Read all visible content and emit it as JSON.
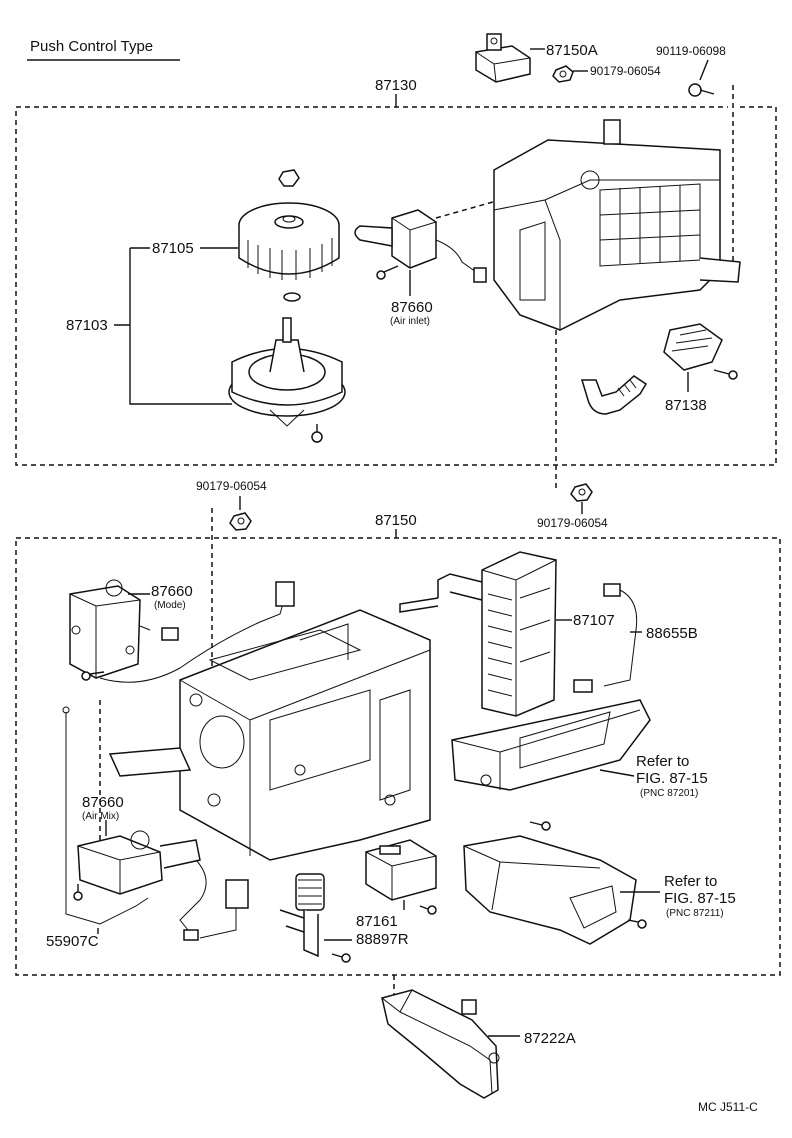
{
  "title": "Push Control Type",
  "footer_code": "MC  J511-C",
  "upper_assembly": {
    "assembly_no": "87130",
    "top_parts": {
      "p1": "87150A",
      "p2": "90119-06098",
      "p3": "90179-06054"
    },
    "parts": {
      "fan": "87105",
      "motor": "87103",
      "servo": "87660",
      "servo_note": "(Air inlet)",
      "resistor": "87138"
    }
  },
  "between": {
    "left_nut": "90179-06054",
    "right_nut": "90179-06054"
  },
  "lower_assembly": {
    "assembly_no": "87150",
    "parts": {
      "mode_servo": "87660",
      "mode_note": "(Mode)",
      "evap": "87107",
      "wire": "88655B",
      "airmix_servo": "87660",
      "airmix_note": "(Air Mix)",
      "cable": "55907C",
      "amp": "87161",
      "valve": "88897R"
    },
    "refs": {
      "ref1_line1": "Refer to",
      "ref1_line2": "FIG. 87-15",
      "ref1_pnc": "(PNC 87201)",
      "ref2_line1": "Refer to",
      "ref2_line2": "FIG. 87-15",
      "ref2_pnc": "(PNC 87211)"
    }
  },
  "bottom_part": "87222A"
}
